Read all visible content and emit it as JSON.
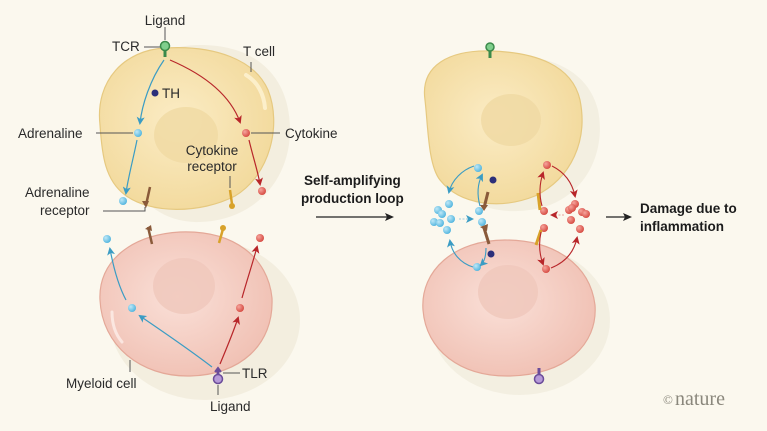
{
  "title": "T cell – myeloid cell adrenaline/cytokine self-amplifying loop",
  "colors": {
    "background": "#fbf8ee",
    "t_cell_fill": "#f6e3b0",
    "myeloid_cell_fill": "#f5d0c6",
    "adrenaline": "#6cc3e6",
    "adrenaline_arrow": "#3a9cc4",
    "cytokine": "#e0625a",
    "cytokine_arrow": "#b8262a",
    "th": "#2c2f7a",
    "tcr": "#4aa35a",
    "tlr": "#8a6bb8",
    "adrenaline_receptor": "#8a5a3a",
    "cytokine_receptor": "#d8a22a"
  },
  "left_panel": {
    "labels": {
      "ligand_top": "Ligand",
      "tcr": "TCR",
      "t_cell": "T cell",
      "th": "TH",
      "adrenaline": "Adrenaline",
      "cytokine": "Cytokine",
      "cytokine_receptor_line1": "Cytokine",
      "cytokine_receptor_line2": "receptor",
      "adrenaline_receptor_line1": "Adrenaline",
      "adrenaline_receptor_line2": "receptor",
      "myeloid_cell": "Myeloid cell",
      "tlr": "TLR",
      "ligand_bottom": "Ligand"
    }
  },
  "middle": {
    "loop_line1": "Self-amplifying",
    "loop_line2": "production loop"
  },
  "right_panel": {
    "outcome_line1": "Damage due to",
    "outcome_line2": "inflammation"
  },
  "credit": {
    "symbol": "©",
    "text": "nature"
  }
}
